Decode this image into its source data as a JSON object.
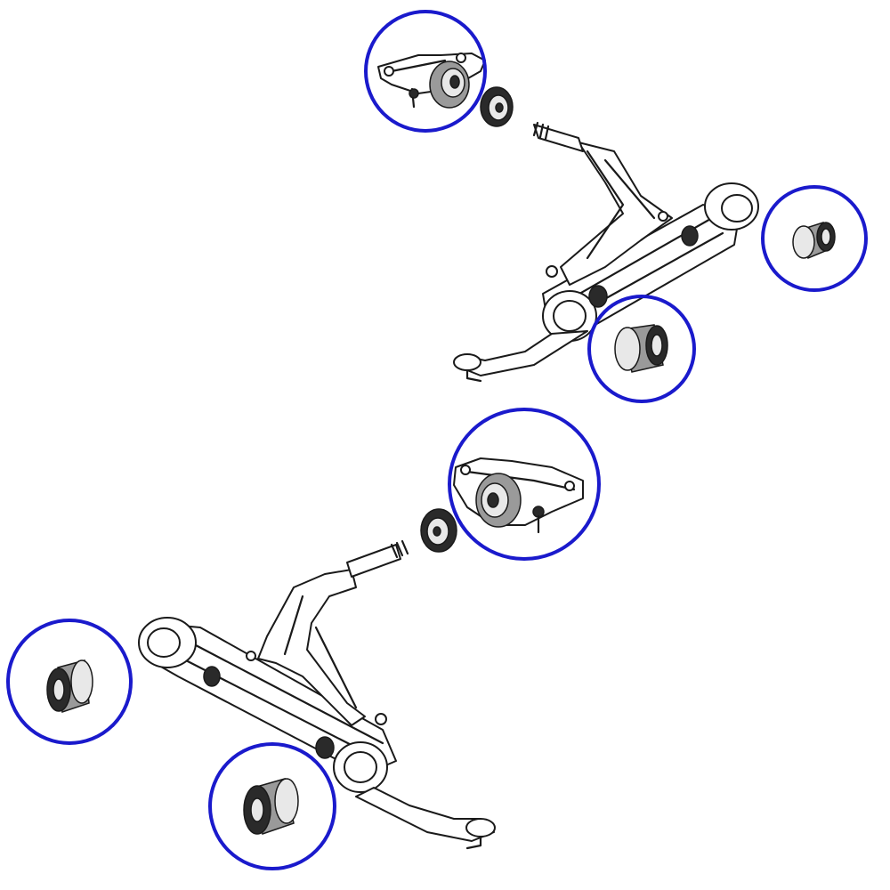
{
  "diagram": {
    "highlight_color": "#1a1acc",
    "line_color": "#1a1a1a",
    "background": "#ffffff",
    "assemblies": [
      {
        "name": "upper-control-arm"
      },
      {
        "name": "lower-control-arm"
      }
    ],
    "callouts": [
      {
        "name": "upper-rear-bushing-bracket"
      },
      {
        "name": "upper-end-bushing"
      },
      {
        "name": "upper-front-bushing"
      },
      {
        "name": "lower-rear-bushing-bracket"
      },
      {
        "name": "lower-end-bushing"
      },
      {
        "name": "lower-front-bushing"
      }
    ]
  }
}
